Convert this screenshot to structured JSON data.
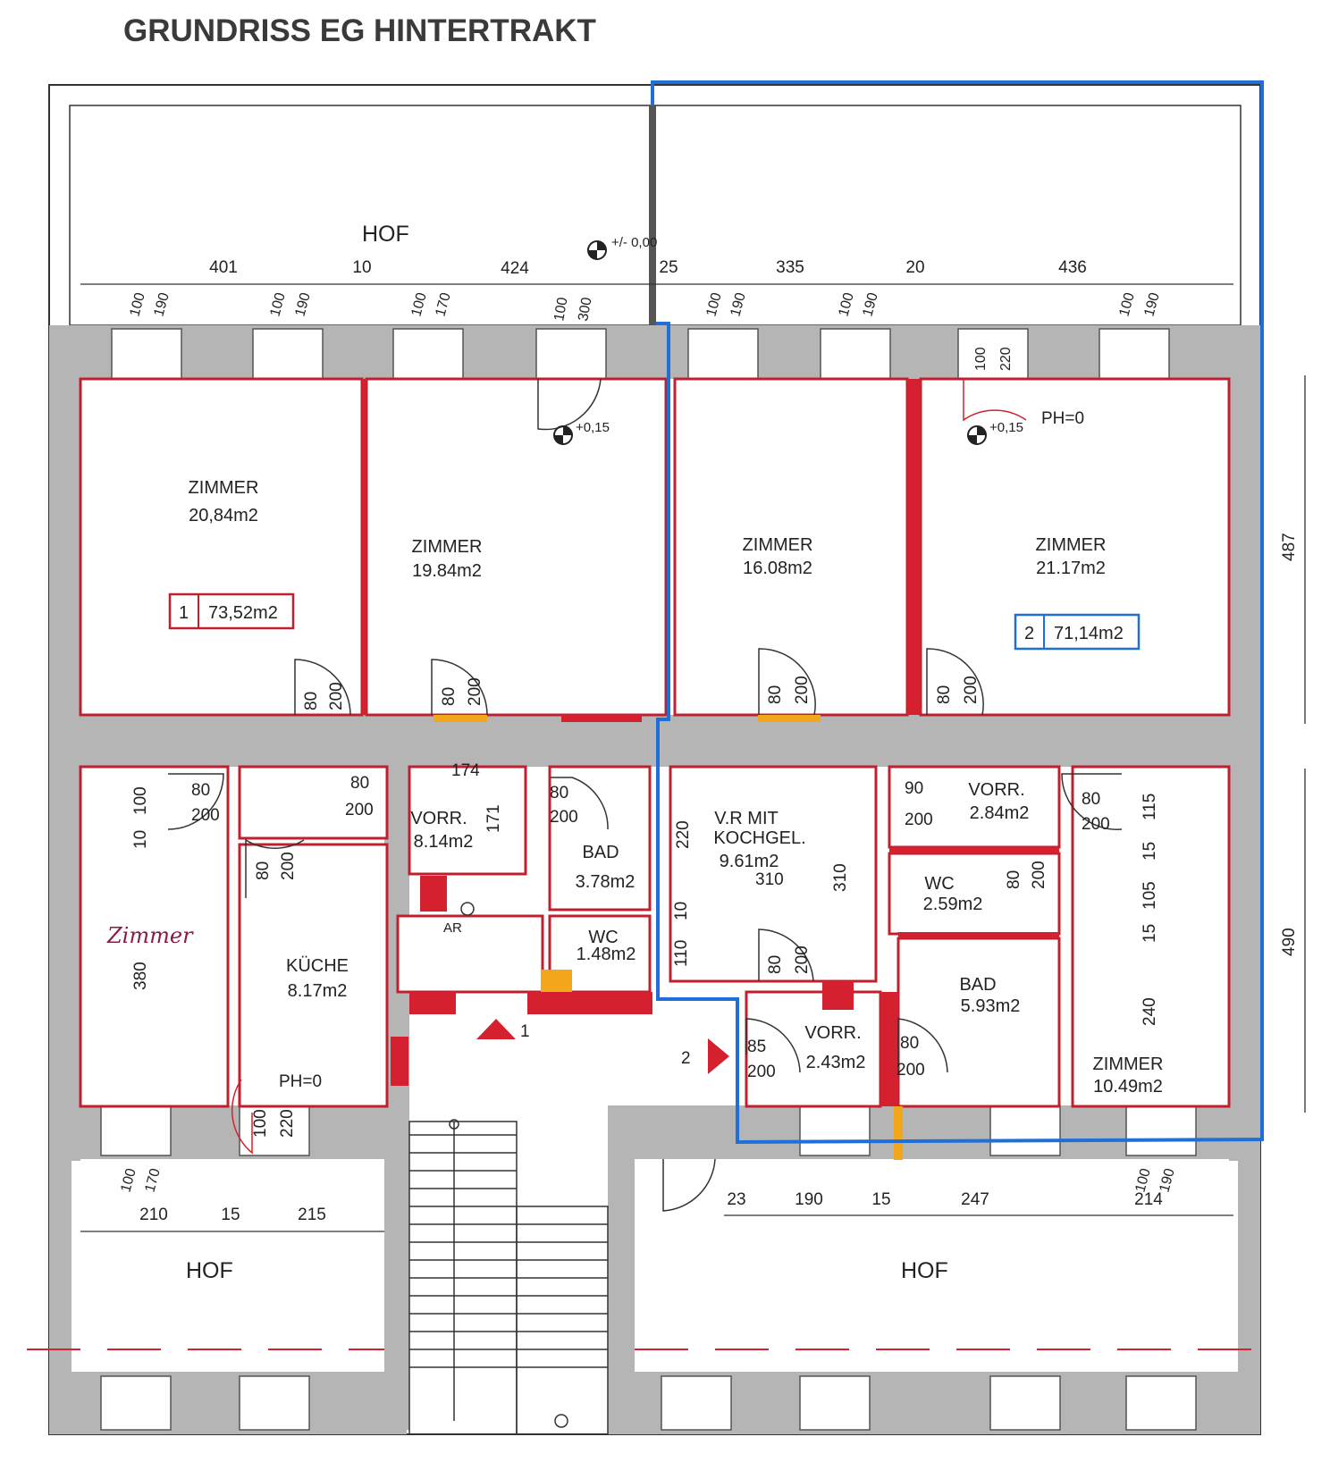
{
  "title": "GRUNDRISS EG HINTERTRAKT",
  "colors": {
    "wall": "#b5b5b5",
    "wall_cut": "#d4202f",
    "unit_outline": "#1f6fd6",
    "door_fill": "#f3a81b",
    "ink": "#222222"
  },
  "courtyards": {
    "top": "HOF",
    "bottom_left": "HOF",
    "bottom_right": "HOF"
  },
  "levels": {
    "top": "+/- 0,00",
    "room1": "+0,15",
    "room2": "+0,15"
  },
  "ph_labels": {
    "a": "PH=0",
    "b": "PH=0"
  },
  "units": [
    {
      "number": "1",
      "area": "73,52m2"
    },
    {
      "number": "2",
      "area": "71,14m2"
    }
  ],
  "rooms": [
    {
      "name": "ZIMMER",
      "area": "20,84m2"
    },
    {
      "name": "ZIMMER",
      "area": "19.84m2"
    },
    {
      "name": "ZIMMER",
      "area": "16.08m2"
    },
    {
      "name": "ZIMMER",
      "area": "21.17m2"
    },
    {
      "name": "VORR.",
      "area": "8.14m2"
    },
    {
      "name": "BAD",
      "area": "3.78m2"
    },
    {
      "name": "WC",
      "area": "1.48m2"
    },
    {
      "name": "KÜCHE",
      "area": "8.17m2"
    },
    {
      "name": "V.R MIT",
      "name2": "KOCHGEL.",
      "area": "9.61m2"
    },
    {
      "name": "VORR.",
      "area": "2.84m2"
    },
    {
      "name": "WC",
      "area": "2.59m2"
    },
    {
      "name": "BAD",
      "area": "5.93m2"
    },
    {
      "name": "VORR.",
      "area": "2.43m2"
    },
    {
      "name": "ZIMMER",
      "area": "10.49m2"
    }
  ],
  "misc": {
    "ar": "AR",
    "entry1": "1",
    "entry2": "2",
    "handwritten": "Zimmer"
  },
  "dims_top": [
    "401",
    "10",
    "424",
    "25",
    "335",
    "20",
    "436"
  ],
  "dims_bottom_left": [
    "210",
    "15",
    "215"
  ],
  "dims_bottom_right": [
    "23",
    "190",
    "15",
    "247",
    "214"
  ],
  "dims_right": [
    "487",
    "490"
  ],
  "window_labels": [
    "100",
    "190",
    "100",
    "190",
    "100",
    "170",
    "100",
    "300",
    "100",
    "190",
    "100",
    "190",
    "100",
    "220",
    "100",
    "190",
    "100",
    "170",
    "100",
    "190"
  ],
  "door_labels": {
    "d1": [
      "80",
      "200"
    ],
    "d2": [
      "80",
      "200"
    ],
    "d3": [
      "80",
      "200"
    ],
    "d4": [
      "80",
      "200"
    ],
    "d5": [
      "80",
      "200"
    ],
    "d6": [
      "80",
      "200"
    ],
    "d7": [
      "80",
      "200"
    ],
    "d8": [
      "80",
      "200"
    ],
    "d9": [
      "80",
      "200"
    ],
    "d10": [
      "90",
      "200"
    ],
    "d11": [
      "80",
      "200"
    ],
    "d12": [
      "80",
      "200"
    ],
    "d13": [
      "85",
      "200"
    ],
    "d14": [
      "80",
      "200"
    ],
    "d15": [
      "100",
      "220"
    ]
  },
  "inner_dims": {
    "a": "100",
    "b": "10",
    "c": "380",
    "d": "174",
    "e": "171",
    "f": "220",
    "g": "310",
    "h": "310",
    "i": "10",
    "j": "110",
    "k": "115",
    "l": "15",
    "m": "105",
    "n": "15",
    "o": "240"
  }
}
